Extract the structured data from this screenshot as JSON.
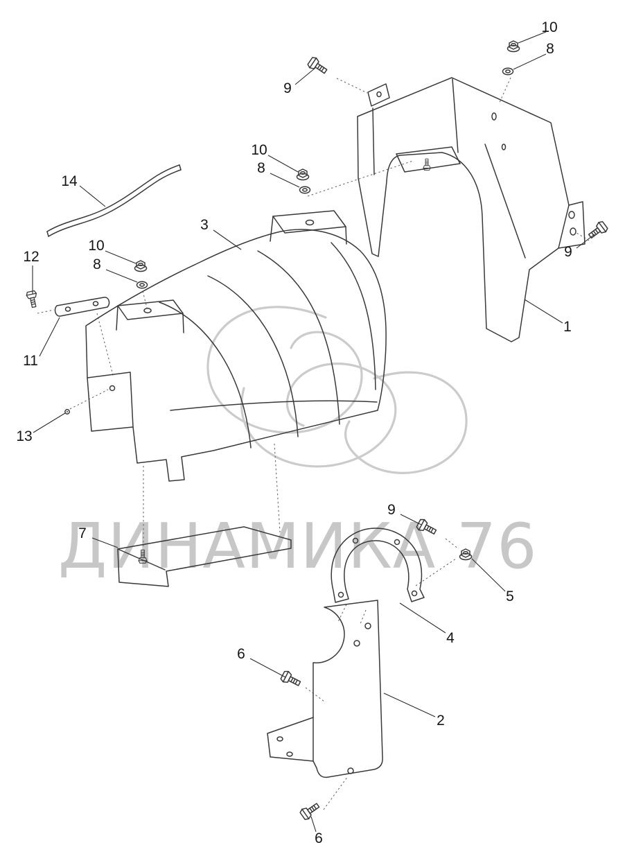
{
  "watermark": {
    "text": "ДИНАМИКА 76"
  },
  "colors": {
    "line": "#383838",
    "watermark": "#c8c8c8",
    "background": "#ffffff"
  },
  "diagram": {
    "type": "exploded-parts-diagram",
    "callouts": [
      {
        "label": "10"
      },
      {
        "label": "8"
      },
      {
        "label": "9"
      },
      {
        "label": "10"
      },
      {
        "label": "8"
      },
      {
        "label": "14"
      },
      {
        "label": "3"
      },
      {
        "label": "10"
      },
      {
        "label": "8"
      },
      {
        "label": "12"
      },
      {
        "label": "9"
      },
      {
        "label": "1"
      },
      {
        "label": "11"
      },
      {
        "label": "13"
      },
      {
        "label": "9"
      },
      {
        "label": "7"
      },
      {
        "label": "5"
      },
      {
        "label": "4"
      },
      {
        "label": "6"
      },
      {
        "label": "2"
      },
      {
        "label": "6"
      }
    ]
  }
}
